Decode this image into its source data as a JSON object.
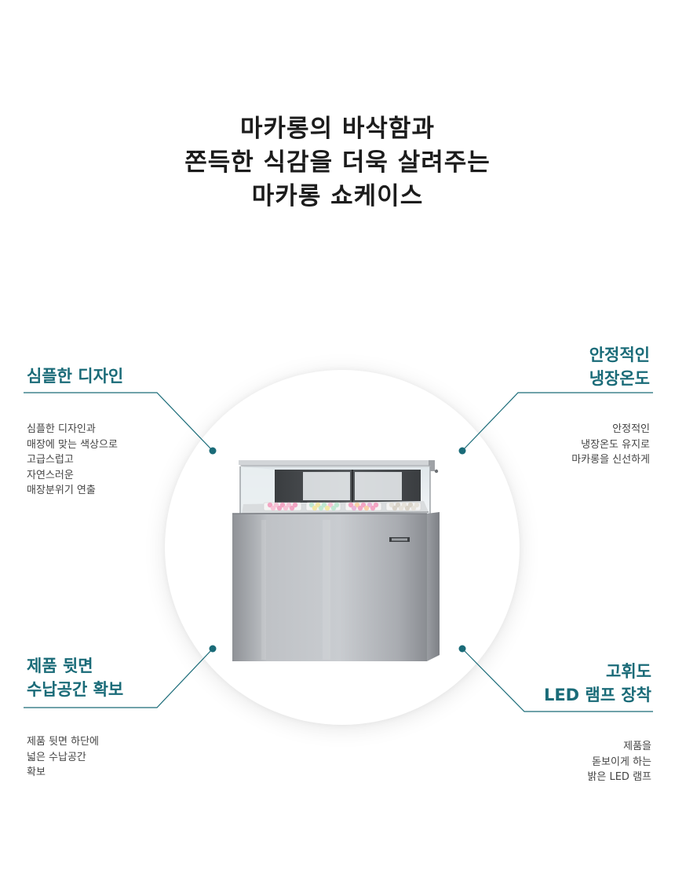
{
  "headline": {
    "line1": "마카롱의 바삭함과",
    "line2": "쫀득한 식감을 더욱 살려주는",
    "line3": "마카롱 쇼케이스"
  },
  "features": {
    "top_left": {
      "title": "심플한 디자인",
      "desc": [
        "심플한 디자인과",
        "매장에 맞는 색상으로",
        "고급스럽고",
        "자연스러운",
        "매장분위기 연출"
      ]
    },
    "top_right": {
      "title_lines": [
        "안정적인",
        "냉장온도"
      ],
      "desc": [
        "안정적인",
        "냉장온도 유지로",
        "마카롱을 신선하게"
      ]
    },
    "bottom_left": {
      "title_lines": [
        "제품 뒷면",
        "수납공간 확보"
      ],
      "desc": [
        "제품 뒷면 하단에",
        "넓은 수납공간",
        "확보"
      ]
    },
    "bottom_right": {
      "title_lines": [
        "고휘도",
        "LED 램프 장착"
      ],
      "desc": [
        "제품을",
        "돋보이게 하는",
        "밝은 LED 램프"
      ]
    }
  },
  "colors": {
    "accent": "#1a6b78",
    "headline": "#1c1c1c",
    "body_text": "#444444"
  }
}
